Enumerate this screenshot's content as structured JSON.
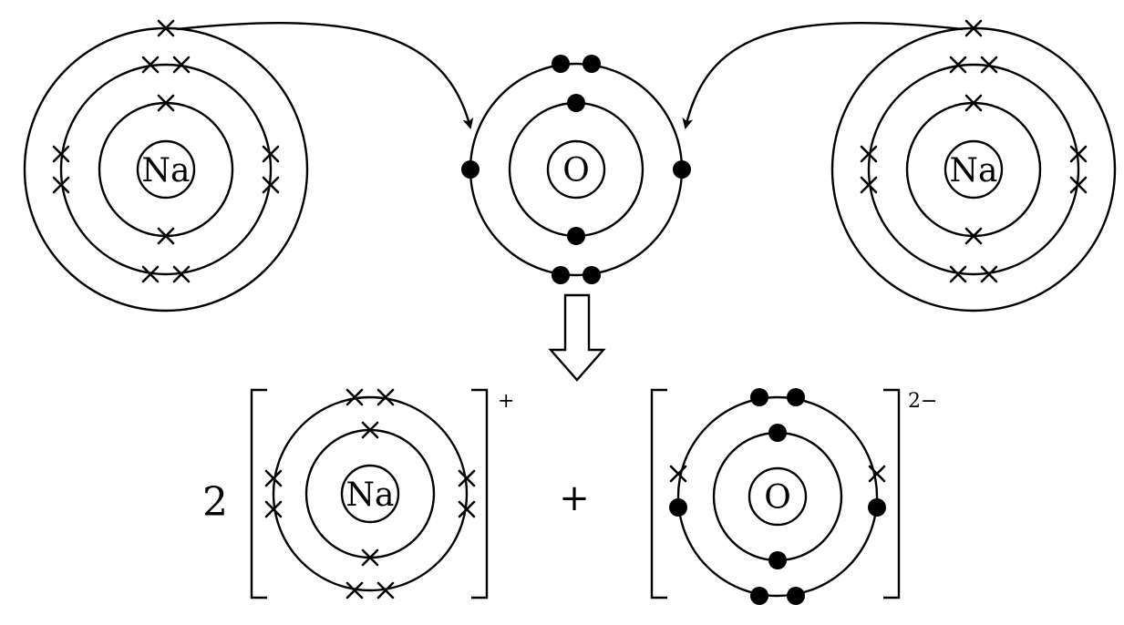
{
  "reactants": {
    "sodium_left": {
      "symbol": "Na"
    },
    "oxygen": {
      "symbol": "O"
    },
    "sodium_right": {
      "symbol": "Na"
    }
  },
  "products": {
    "coefficient": "2",
    "sodium_ion": {
      "symbol": "Na",
      "charge": "+"
    },
    "plus_sign": "+",
    "oxide_ion": {
      "symbol": "O",
      "charge": "2−"
    }
  },
  "icons": {
    "transfer_arrow": "curved-arrow-icon",
    "reaction_arrow": "down-arrow-icon"
  }
}
